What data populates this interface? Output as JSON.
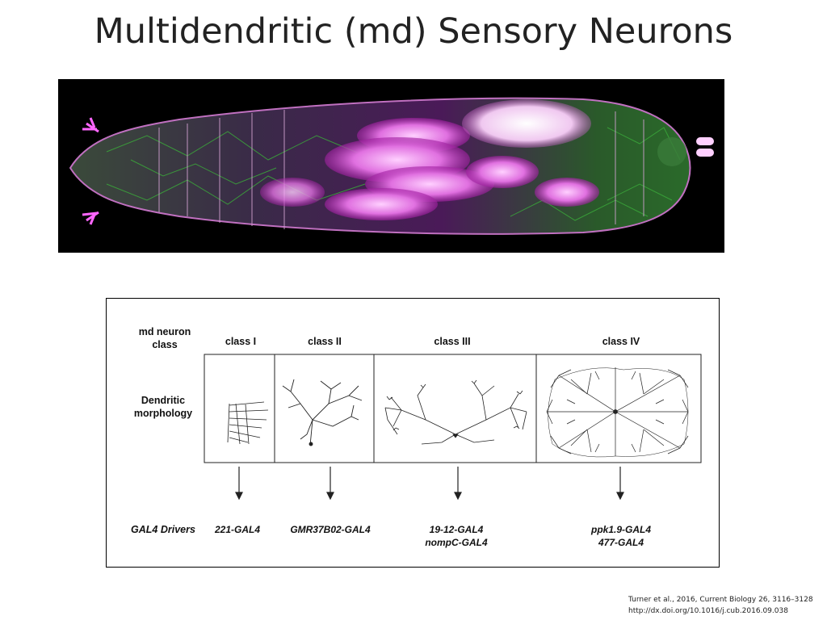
{
  "title": "Multidendritic (md) Sensory Neurons",
  "image": {
    "description_icon": "larva-fluorescence-image"
  },
  "diagram": {
    "row_labels": {
      "class_line1": "md neuron",
      "class_line2": "class",
      "morph_line1": "Dendritic",
      "morph_line2": "morphology",
      "drivers": "GAL4 Drivers"
    },
    "classes": [
      {
        "label": "class I",
        "drivers": [
          "221-GAL4"
        ]
      },
      {
        "label": "class II",
        "drivers": [
          "GMR37B02-GAL4"
        ]
      },
      {
        "label": "class III",
        "drivers": [
          "19-12-GAL4",
          "nompC-GAL4"
        ]
      },
      {
        "label": "class IV",
        "drivers": [
          "ppk1.9-GAL4",
          "477-GAL4"
        ]
      }
    ]
  },
  "citation": {
    "line1": "Turner et al., 2016, Current Biology 26, 3116–3128",
    "line2": "http://dx.doi.org/10.1016/j.cub.2016.09.038"
  }
}
